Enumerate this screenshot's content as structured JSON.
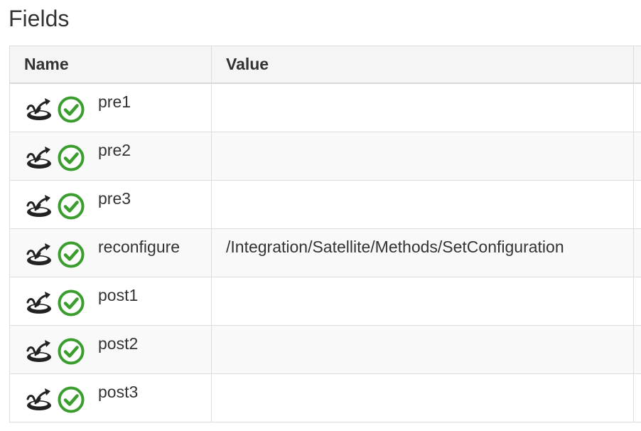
{
  "page": {
    "title": "Fields"
  },
  "table": {
    "columns": [
      "Name",
      "Value"
    ],
    "rows": [
      {
        "name": "pre1",
        "value": ""
      },
      {
        "name": "pre2",
        "value": ""
      },
      {
        "name": "pre3",
        "value": ""
      },
      {
        "name": "reconfigure",
        "value": "/Integration/Satellite/Methods/SetConfiguration"
      },
      {
        "name": "post1",
        "value": ""
      },
      {
        "name": "post2",
        "value": ""
      },
      {
        "name": "post3",
        "value": ""
      }
    ]
  },
  "icons": {
    "row_type": "execution-hook-icon",
    "row_status": "check-circle-icon"
  },
  "colors": {
    "check": "#3a9d2e",
    "header_bg": "#f5f5f5",
    "border": "#dddddd"
  }
}
